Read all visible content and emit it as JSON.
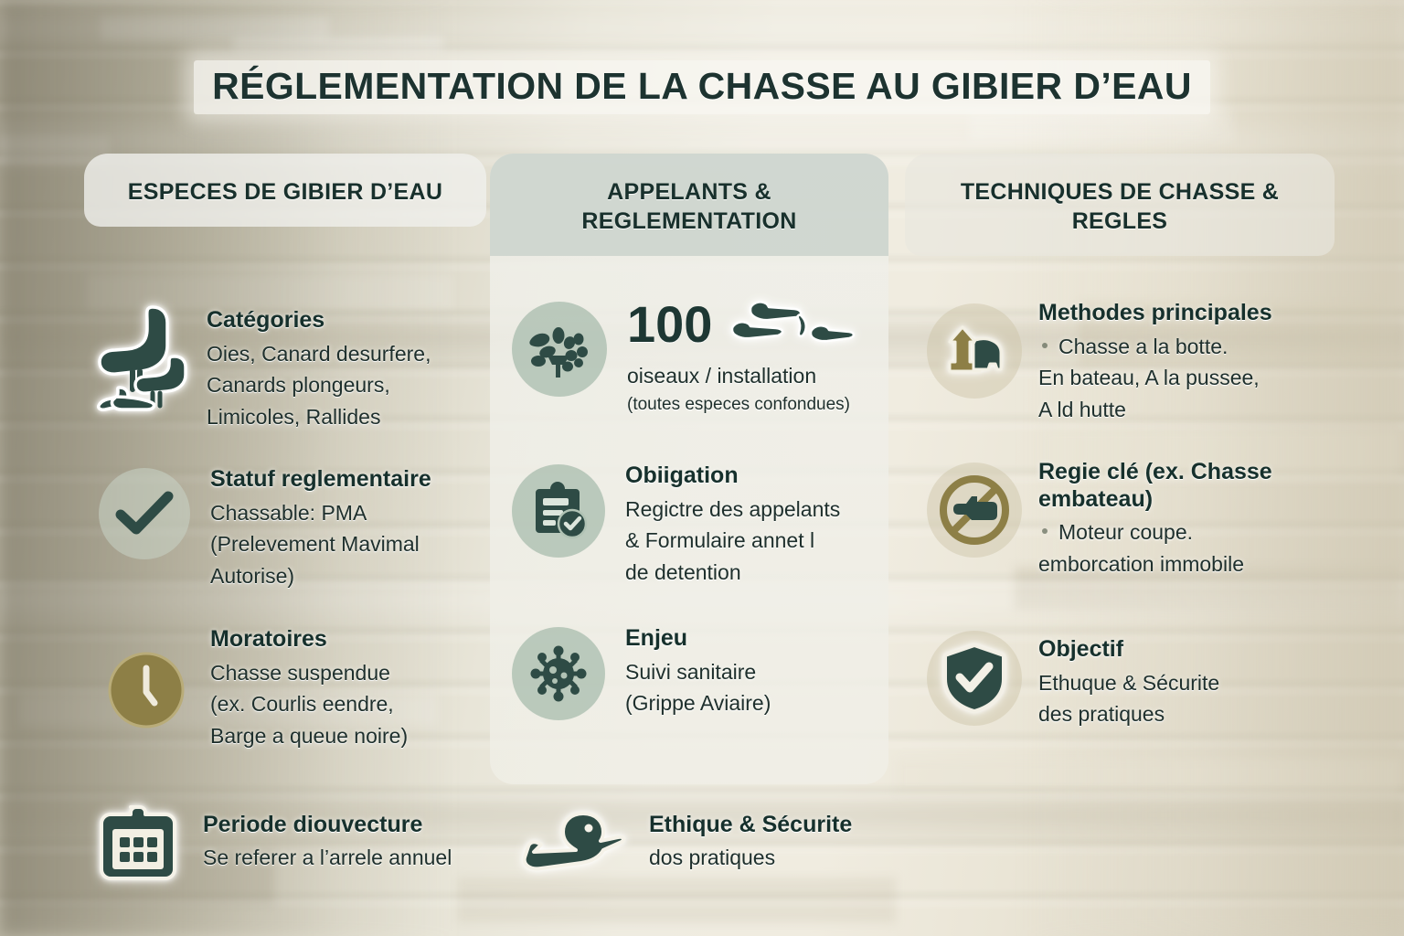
{
  "title": "RÉGLEMENTATION DE LA CHASSE AU GIBIER D’EAU",
  "colors": {
    "dark_green": "#1d3330",
    "sage": "#b0c2b4",
    "gold": "#8d7f46",
    "cream": "#efece1"
  },
  "columns": [
    {
      "id": "especes",
      "heading": "ESPECES DE GIBIER D’EAU",
      "items": [
        {
          "icon": "waterfowl-birds-icon",
          "title": "Catégories",
          "lines": [
            "Oies, Canard desurfere,",
            "Canards plongeurs,",
            "Limicoles, Rallides"
          ]
        },
        {
          "icon": "check-mark-icon",
          "title": "Statuf reglementaire",
          "lines": [
            "Chassable: PMA",
            "(Prelevement Mavimal",
            "Autorise)"
          ]
        },
        {
          "icon": "clock-icon",
          "title": "Moratoires",
          "lines": [
            "Chasse suspendue",
            "(ex. Courlis eendre,",
            "Barge a queue noire)"
          ]
        }
      ]
    },
    {
      "id": "appelants",
      "heading": "APPELANTS & REGLEMENTATION",
      "items": [
        {
          "icon": "decoys-icon",
          "number": "100",
          "title": "",
          "lines": [
            "oiseaux / installation"
          ],
          "note": "(toutes especes confondues)"
        },
        {
          "icon": "clipboard-check-icon",
          "title": "Obiigation",
          "lines": [
            "Regictre des appelants",
            "& Formulaire annet l",
            "de detention"
          ]
        },
        {
          "icon": "virus-icon",
          "title": "Enjeu",
          "lines": [
            "Suivi sanitaire",
            "(Grippe Aviaire)"
          ]
        }
      ]
    },
    {
      "id": "techniques",
      "heading": "TECHNIQUES DE CHASSE & REGLES",
      "items": [
        {
          "icon": "hunting-blind-icon",
          "title": "Methodes principales",
          "bullets": [
            "Chasse a la botte."
          ],
          "lines": [
            "En bateau, A la pussee,",
            "A ld hutte"
          ]
        },
        {
          "icon": "no-motor-icon",
          "title": "Regie clé (ex. Chasse embateau)",
          "bullets": [
            "Moteur coupe."
          ],
          "lines": [
            "emborcation immobile"
          ]
        },
        {
          "icon": "shield-check-icon",
          "title": "Objectif",
          "lines": [
            "Ethuque & Sécurite",
            "des pratiques"
          ]
        }
      ]
    }
  ],
  "footer": [
    {
      "icon": "calendar-icon",
      "title": "Periode diouvecture",
      "lines": [
        "Se referer a l’arrele annuel"
      ]
    },
    {
      "icon": "duck-icon",
      "title": "Ethique & Sécurite",
      "lines": [
        "dos pratiques"
      ]
    }
  ]
}
